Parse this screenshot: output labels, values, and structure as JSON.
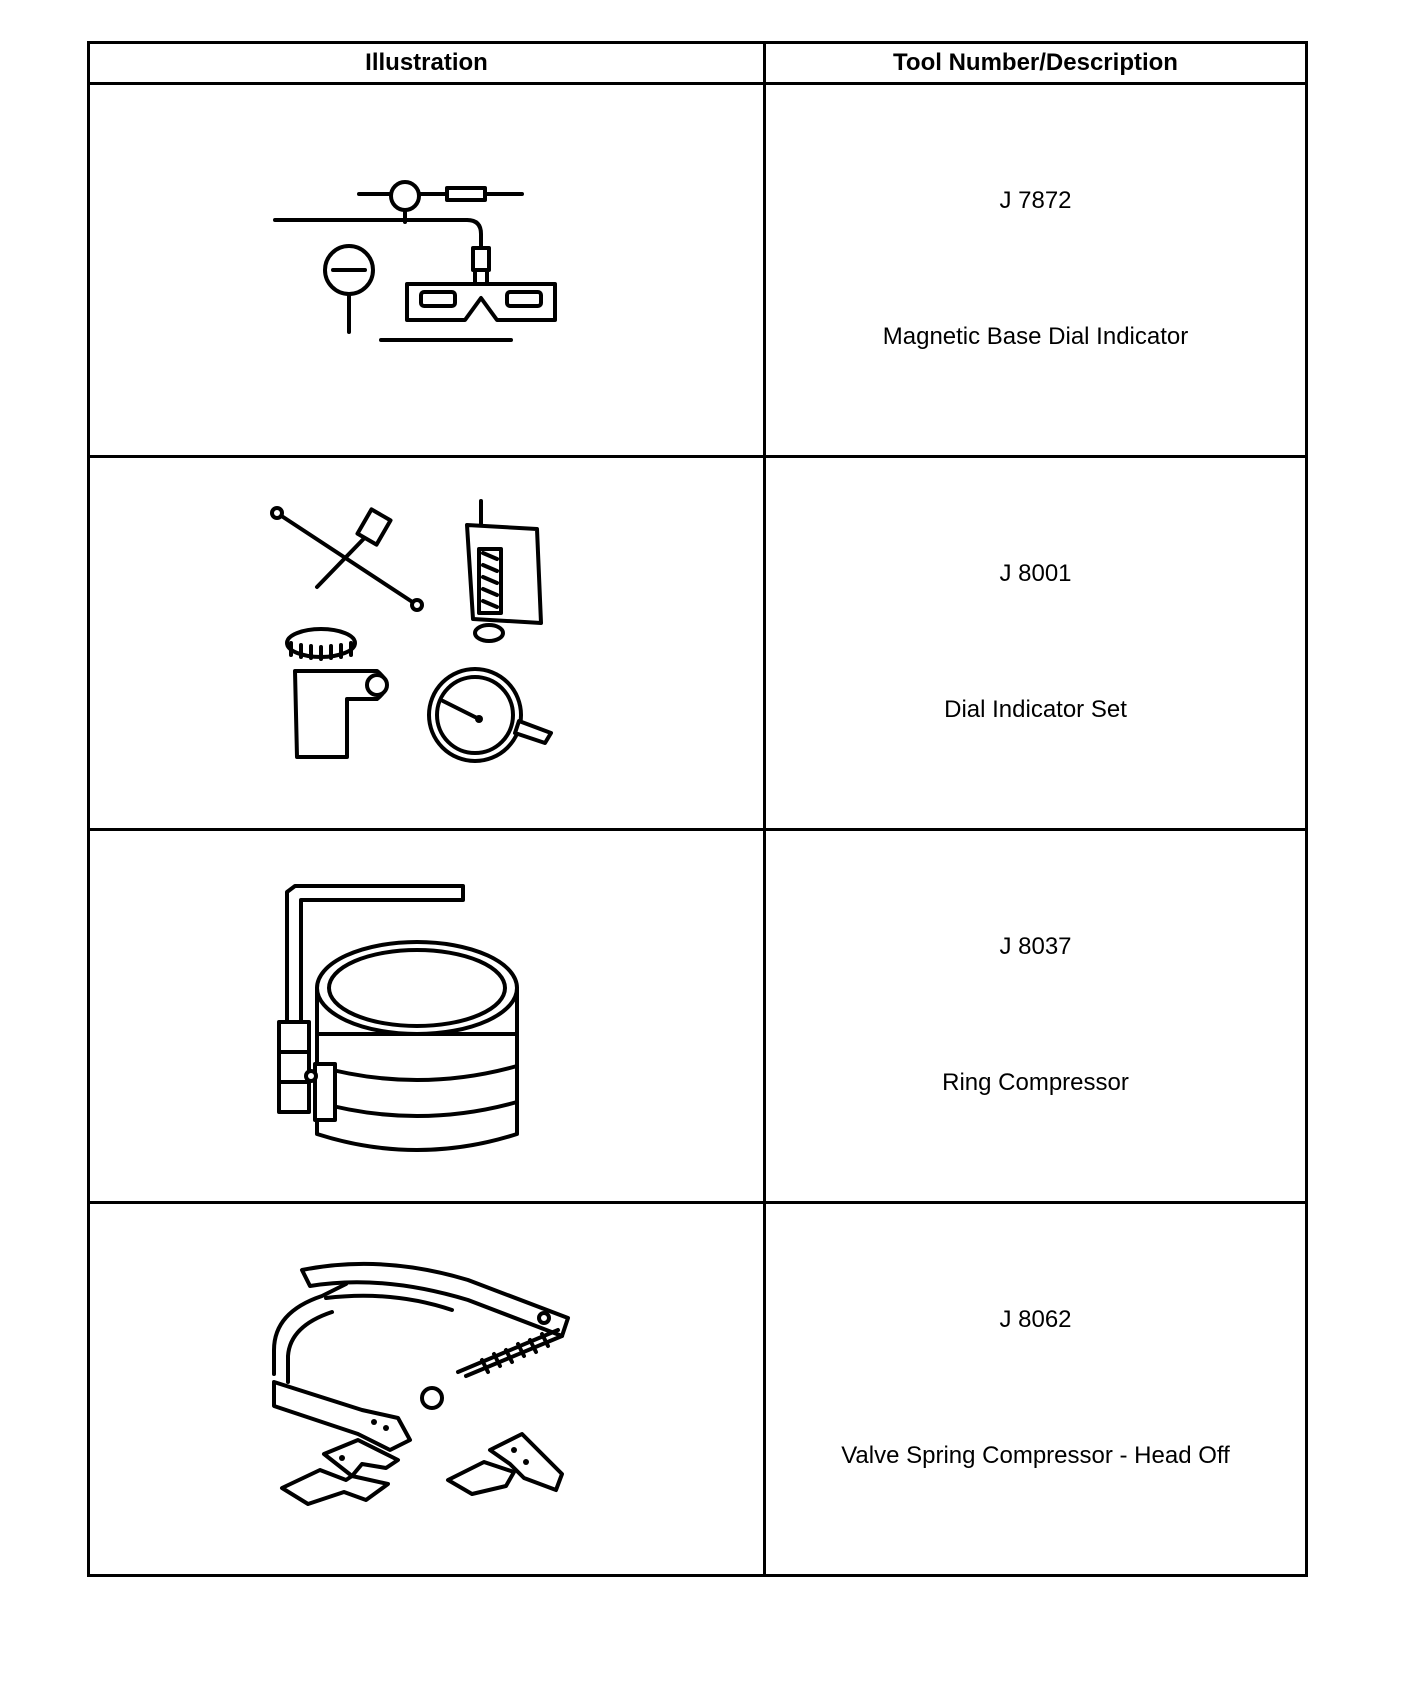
{
  "table": {
    "headers": [
      "Illustration",
      "Tool Number/Description"
    ],
    "rows": [
      {
        "tool_number": "J 7872",
        "description": "Magnetic Base Dial Indicator",
        "icon": "magnetic-base-dial-indicator-icon"
      },
      {
        "tool_number": "J 8001",
        "description": "Dial Indicator Set",
        "icon": "dial-indicator-set-icon"
      },
      {
        "tool_number": "J 8037",
        "description": "Ring Compressor",
        "icon": "ring-compressor-icon"
      },
      {
        "tool_number": "J 8062",
        "description": "Valve Spring Compressor - Head Off",
        "icon": "valve-spring-compressor-icon"
      }
    ]
  }
}
